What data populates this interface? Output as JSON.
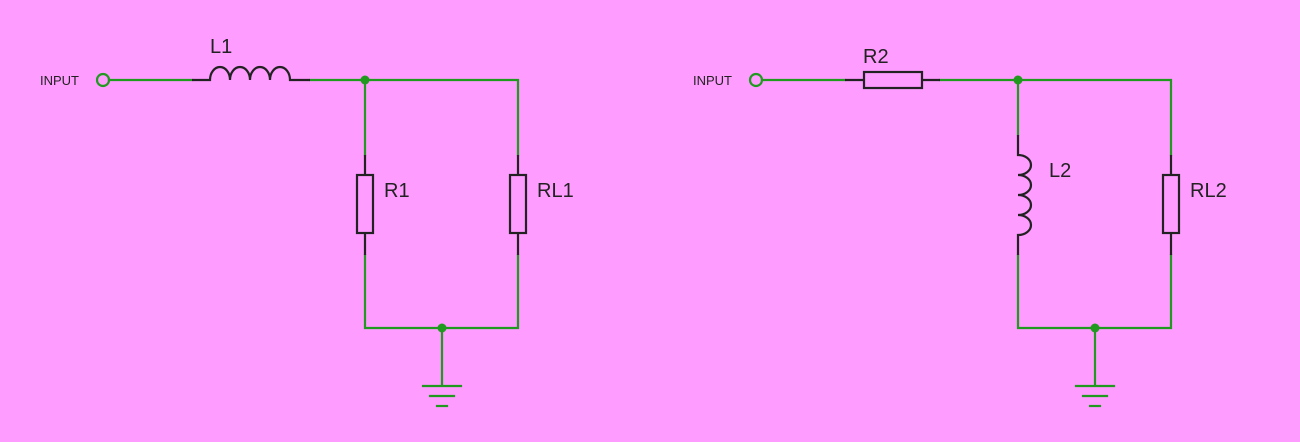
{
  "colors": {
    "background": "#ff9cff",
    "wire": "#1f9a1f",
    "component": "#222222",
    "text": "#222222"
  },
  "circuits": [
    {
      "input_label": "INPUT",
      "series_label": "L1",
      "shunt_label": "R1",
      "load_label": "RL1"
    },
    {
      "input_label": "INPUT",
      "series_label": "R2",
      "shunt_label": "L2",
      "load_label": "RL2"
    }
  ]
}
